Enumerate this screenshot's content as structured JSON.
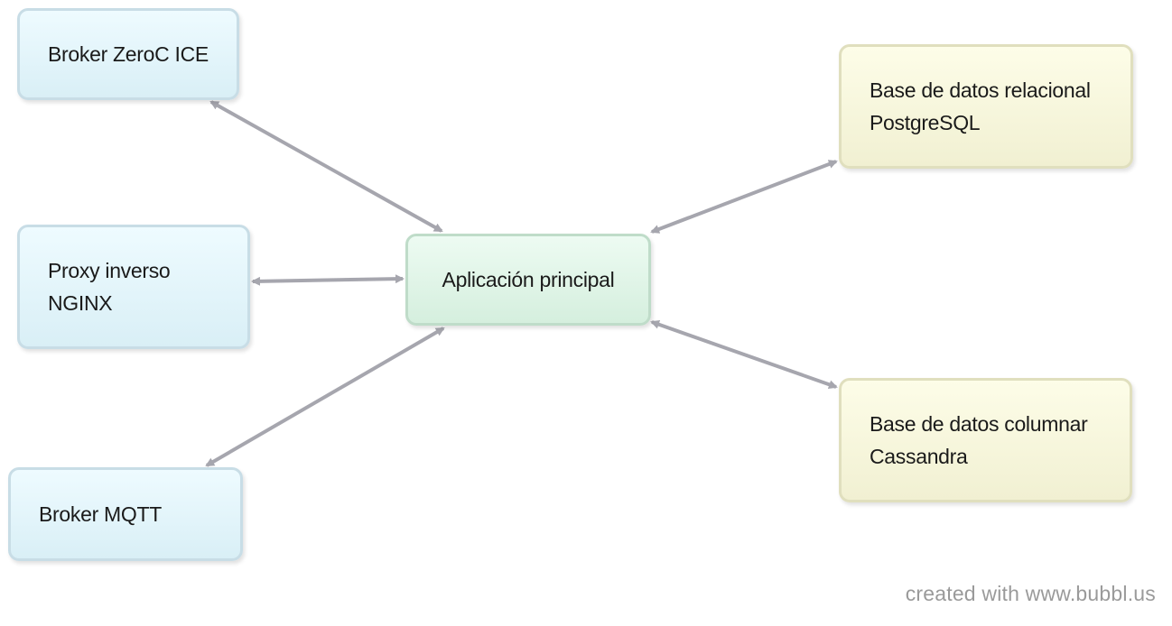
{
  "nodes": {
    "zeroc": {
      "lines": [
        "Broker ZeroC ICE"
      ],
      "color": "#d9eff6"
    },
    "nginx": {
      "lines": [
        "Proxy inverso",
        "NGINX"
      ],
      "color": "#d9eff6"
    },
    "mqtt": {
      "lines": [
        "Broker MQTT"
      ],
      "color": "#d9eff6"
    },
    "app": {
      "lines": [
        "Aplicación principal"
      ],
      "color": "#d5efde"
    },
    "postgres": {
      "lines": [
        "Base de datos relacional",
        "PostgreSQL"
      ],
      "color": "#f1f0d2"
    },
    "cassandra": {
      "lines": [
        "Base de datos columnar",
        "Cassandra"
      ],
      "color": "#f1f0d2"
    }
  },
  "edges": [
    {
      "from": "app",
      "to": "zeroc",
      "direction": "both"
    },
    {
      "from": "app",
      "to": "nginx",
      "direction": "both"
    },
    {
      "from": "app",
      "to": "mqtt",
      "direction": "both"
    },
    {
      "from": "app",
      "to": "postgres",
      "direction": "both"
    },
    {
      "from": "app",
      "to": "cassandra",
      "direction": "both"
    }
  ],
  "edge_color": "#a6a6ae",
  "watermark": "created with www.bubbl.us"
}
